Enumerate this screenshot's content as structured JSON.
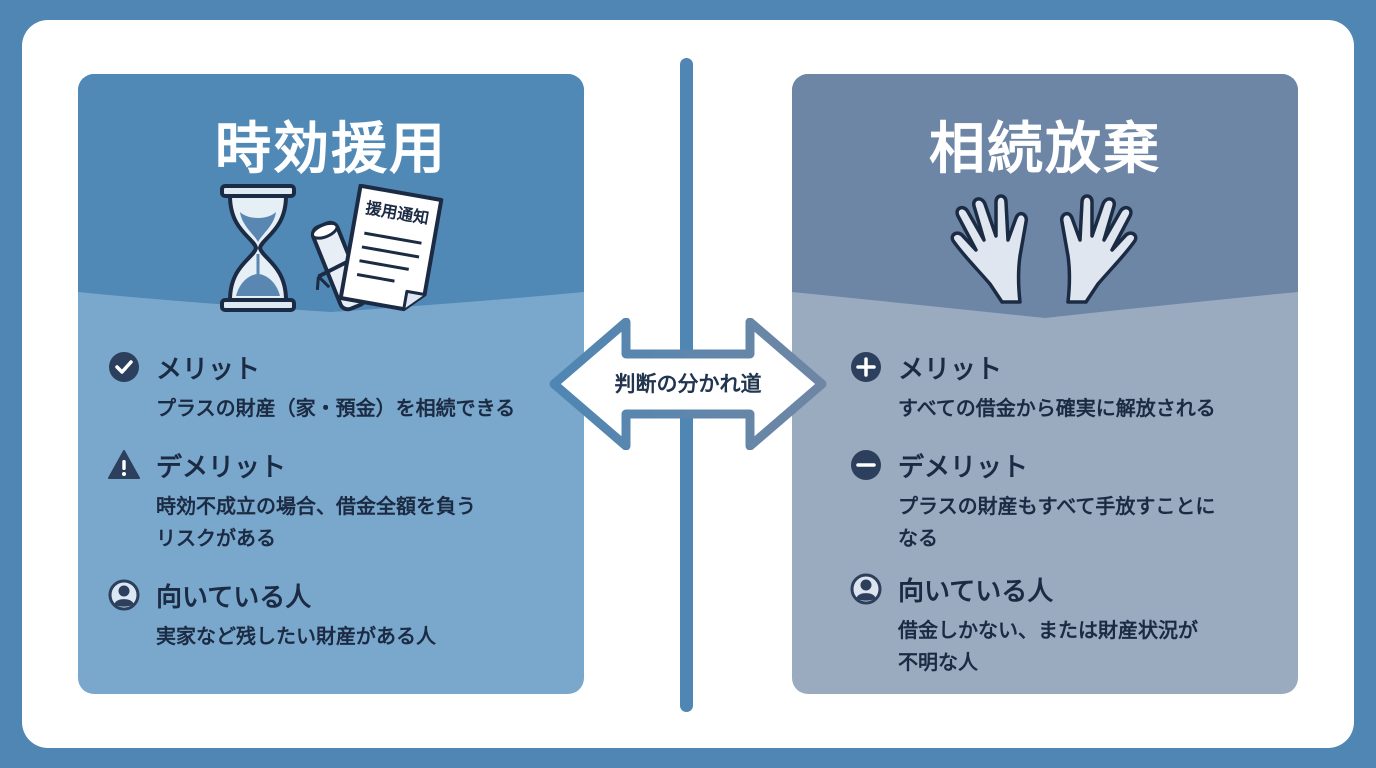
{
  "center_label": "判断の分かれ道",
  "left": {
    "title": "時効援用",
    "document_label": "援用通知",
    "merit_title": "メリット",
    "merit_text": "プラスの財産（家・預金）を相続できる",
    "demerit_title": "デメリット",
    "demerit_text": "時効不成立の場合、借金全額を負う\nリスクがある",
    "suited_title": "向いている人",
    "suited_text": "実家など残したい財産がある人",
    "colors": {
      "top": "#5089b6",
      "bottom": "#7aa8cc"
    }
  },
  "right": {
    "title": "相続放棄",
    "merit_title": "メリット",
    "merit_text": "すべての借金から確実に解放される",
    "demerit_title": "デメリット",
    "demerit_text": "プラスの財産もすべて手放すことに\nなる",
    "suited_title": "向いている人",
    "suited_text": "借金しかない、または財産状況が\n不明な人",
    "colors": {
      "top": "#6d86a6",
      "bottom": "#9aabc0"
    }
  },
  "icons": {
    "left_illustration": [
      "hourglass-icon",
      "scroll-icon",
      "document-icon"
    ],
    "right_illustration": [
      "open-hands-icon"
    ],
    "left_sections": [
      "check-circle-icon",
      "warning-triangle-icon",
      "person-circle-icon"
    ],
    "right_sections": [
      "plus-circle-icon",
      "minus-circle-icon",
      "person-circle-icon"
    ]
  }
}
